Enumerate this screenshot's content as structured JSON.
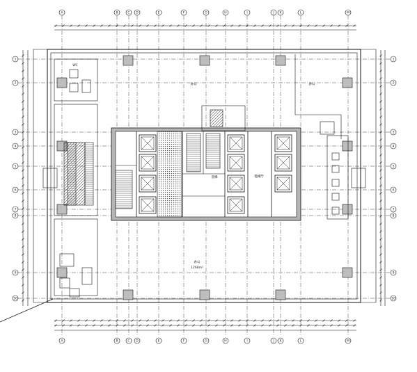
{
  "grid_columns": [
    "A",
    "B",
    "C",
    "D",
    "E",
    "F",
    "G",
    "H",
    "I",
    "J",
    "K",
    "L",
    "M"
  ],
  "grid_rows": [
    "1",
    "2",
    "3",
    "4",
    "5",
    "6",
    "7",
    "8",
    "9",
    "10"
  ],
  "room_labels": {
    "office_north": "办公",
    "office_east": "办公",
    "office_main": "办公",
    "office_main_area": "1268m²",
    "lobby": "电梯厅",
    "freight": "货梯",
    "note_west": "WC"
  },
  "colors": {
    "line": "#111111",
    "column_fill": "#bdbdbd",
    "core_wall": "#8a8a8a",
    "hatch": "#444444"
  },
  "icons": [
    "elevator-cross-icon",
    "stair-icon",
    "column-icon",
    "grid-bubble-icon"
  ]
}
